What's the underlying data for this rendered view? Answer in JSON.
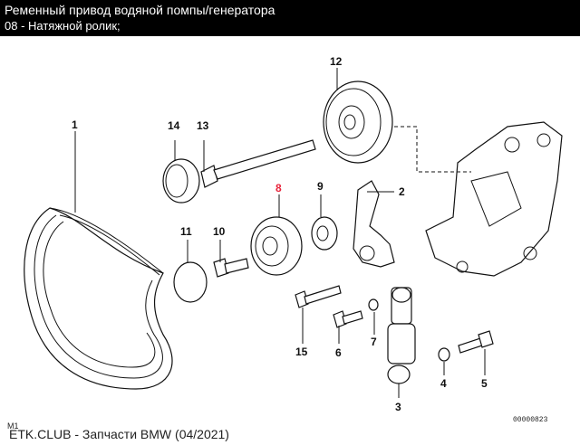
{
  "header": {
    "title": "Ременный привод водяной помпы/генератора",
    "subtitle": "08 - Натяжной ролик;"
  },
  "labels": [
    {
      "id": "1",
      "text": "1",
      "highlight": false
    },
    {
      "id": "2",
      "text": "2",
      "highlight": false
    },
    {
      "id": "3",
      "text": "3",
      "highlight": false
    },
    {
      "id": "4",
      "text": "4",
      "highlight": false
    },
    {
      "id": "5",
      "text": "5",
      "highlight": false
    },
    {
      "id": "6",
      "text": "6",
      "highlight": false
    },
    {
      "id": "7",
      "text": "7",
      "highlight": false
    },
    {
      "id": "8",
      "text": "8",
      "highlight": true
    },
    {
      "id": "9",
      "text": "9",
      "highlight": false
    },
    {
      "id": "10",
      "text": "10",
      "highlight": false
    },
    {
      "id": "11",
      "text": "11",
      "highlight": false
    },
    {
      "id": "12",
      "text": "12",
      "highlight": false
    },
    {
      "id": "13",
      "text": "13",
      "highlight": false
    },
    {
      "id": "14",
      "text": "14",
      "highlight": false
    },
    {
      "id": "15",
      "text": "15",
      "highlight": false
    }
  ],
  "footer": {
    "corner_mark": "M1",
    "source": "ETK.CLUB - Запчасти BMW (04/2021)",
    "drawing_code": "00000823"
  },
  "colors": {
    "highlight": "#e8233a",
    "header_bg": "#000000"
  }
}
